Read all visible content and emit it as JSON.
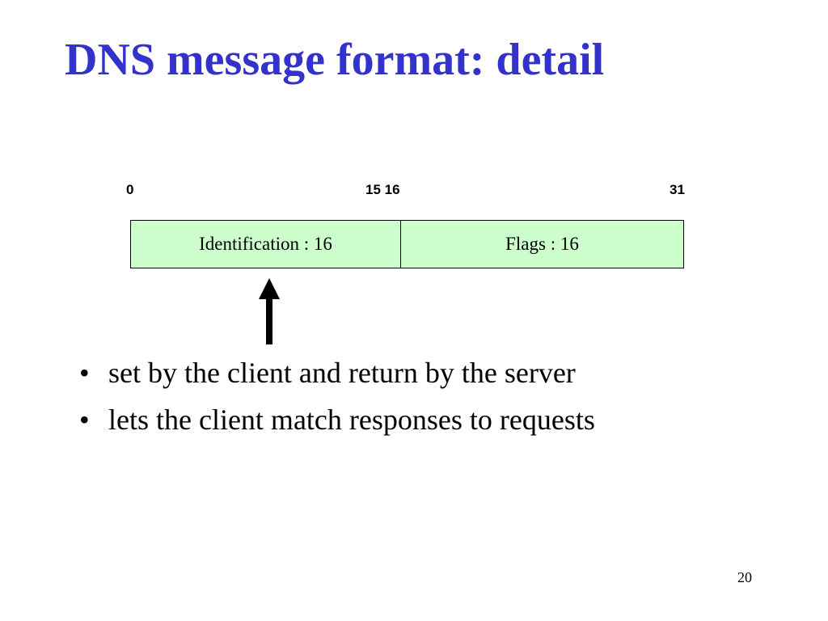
{
  "slide": {
    "title": "DNS message format: detail",
    "page_number": "20"
  },
  "diagram": {
    "bit_labels": {
      "start": "0",
      "middle": "15 16",
      "end": "31"
    },
    "fields": [
      {
        "label": "Identification : 16",
        "color": "#ccffcc"
      },
      {
        "label": "Flags : 16",
        "color": "#ccffcc"
      }
    ],
    "arrow_target": "Identification : 16"
  },
  "bullets": [
    {
      "marker": "•",
      "text": "set by the client and return by the server"
    },
    {
      "marker": "•",
      "text": "lets the client match responses to requests"
    }
  ],
  "colors": {
    "title": "#3333cc",
    "field_fill": "#ccffcc"
  }
}
